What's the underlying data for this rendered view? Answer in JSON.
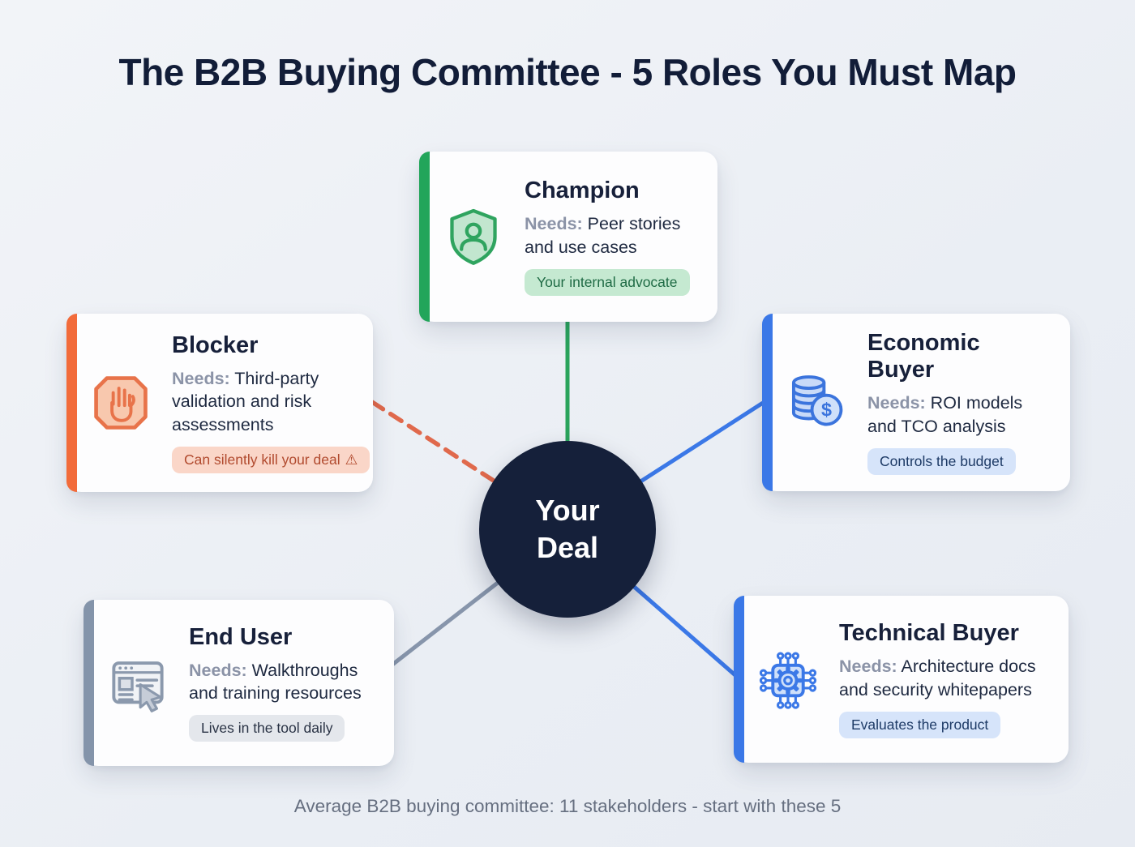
{
  "title": "The B2B Buying Committee - 5 Roles You Must Map",
  "footer": "Average B2B buying committee: 11 stakeholders - start with these 5",
  "center": {
    "line1": "Your",
    "line2": "Deal"
  },
  "cards": {
    "champion": {
      "title": "Champion",
      "needs_label": "Needs:",
      "needs_text": " Peer stories and use cases",
      "badge": "Your internal advocate",
      "icon": "shield-user-icon",
      "accent_color": "#22A55A",
      "badge_bg": "#C5E9D1",
      "badge_text_color": "#1F6B45",
      "connector": {
        "color": "#2AA45C",
        "style": "solid"
      }
    },
    "blocker": {
      "title": "Blocker",
      "needs_label": "Needs:",
      "needs_text": " Third-party validation and risk assessments",
      "badge": "Can silently kill your deal",
      "warning_icon": "⚠",
      "icon": "stop-hand-icon",
      "accent_color": "#F26B3A",
      "badge_bg": "#FAD6C8",
      "badge_text_color": "#B14A2E",
      "connector": {
        "color": "#E0694C",
        "style": "dashed"
      }
    },
    "economic_buyer": {
      "title": "Economic Buyer",
      "needs_label": "Needs:",
      "needs_text": " ROI models and TCO analysis",
      "badge": "Controls the budget",
      "icon": "coins-dollar-icon",
      "accent_color": "#3B78E7",
      "badge_bg": "#D6E4FA",
      "badge_text_color": "#1D3A66",
      "connector": {
        "color": "#3B78E7",
        "style": "solid"
      }
    },
    "end_user": {
      "title": "End User",
      "needs_label": "Needs:",
      "needs_text": " Walkthroughs and training resources",
      "badge": "Lives in the tool daily",
      "icon": "browser-cursor-icon",
      "accent_color": "#8494AA",
      "badge_bg": "#E4E7EC",
      "badge_text_color": "#2A3345",
      "connector": {
        "color": "#8795AB",
        "style": "solid"
      }
    },
    "technical_buyer": {
      "title": "Technical Buyer",
      "needs_label": "Needs:",
      "needs_text": " Architecture docs and security whitepapers",
      "badge": "Evaluates the product",
      "icon": "chip-gear-icon",
      "accent_color": "#3B78E7",
      "badge_bg": "#D6E4FA",
      "badge_text_color": "#1D3A66",
      "connector": {
        "color": "#3B78E7",
        "style": "solid"
      }
    }
  }
}
